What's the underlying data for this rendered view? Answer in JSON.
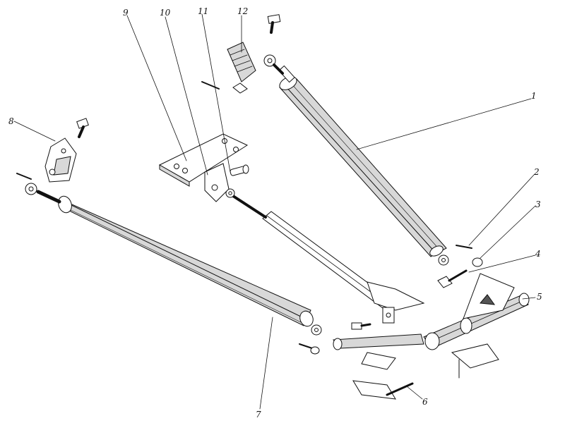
{
  "callouts": [
    {
      "id": "1",
      "text": "1"
    },
    {
      "id": "2",
      "text": "2"
    },
    {
      "id": "3",
      "text": "3"
    },
    {
      "id": "4",
      "text": "4"
    },
    {
      "id": "5",
      "text": "5"
    },
    {
      "id": "6",
      "text": "6"
    },
    {
      "id": "7",
      "text": "7"
    },
    {
      "id": "8",
      "text": "8"
    },
    {
      "id": "9",
      "text": "9"
    },
    {
      "id": "10",
      "text": "10"
    },
    {
      "id": "11",
      "text": "11"
    },
    {
      "id": "12",
      "text": "12"
    }
  ],
  "colors": {
    "ink": "#111111",
    "paper": "#ffffff",
    "shade": "#d8d8d8"
  }
}
